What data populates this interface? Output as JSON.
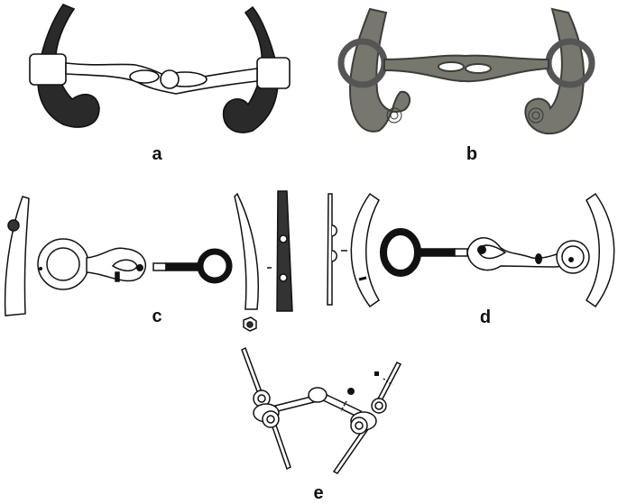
{
  "figure": {
    "panels": [
      {
        "id": "a",
        "label": "a",
        "description": "line drawing of bit with decorated curved cheekpieces"
      },
      {
        "id": "b",
        "label": "b",
        "description": "photograph of bit with spiral-ended cheekpieces"
      },
      {
        "id": "c",
        "label": "c",
        "description": "drawing of bit with ring, figure-eight link and cheekpiece sections"
      },
      {
        "id": "d",
        "label": "d",
        "description": "drawing of bit with curved cheekpieces and mouthpiece links"
      },
      {
        "id": "e",
        "label": "e",
        "description": "drawing of articulated bit with side bars"
      }
    ]
  },
  "colors": {
    "ink": "#111111",
    "photo": "#6b6b64",
    "background": "#ffffff"
  }
}
